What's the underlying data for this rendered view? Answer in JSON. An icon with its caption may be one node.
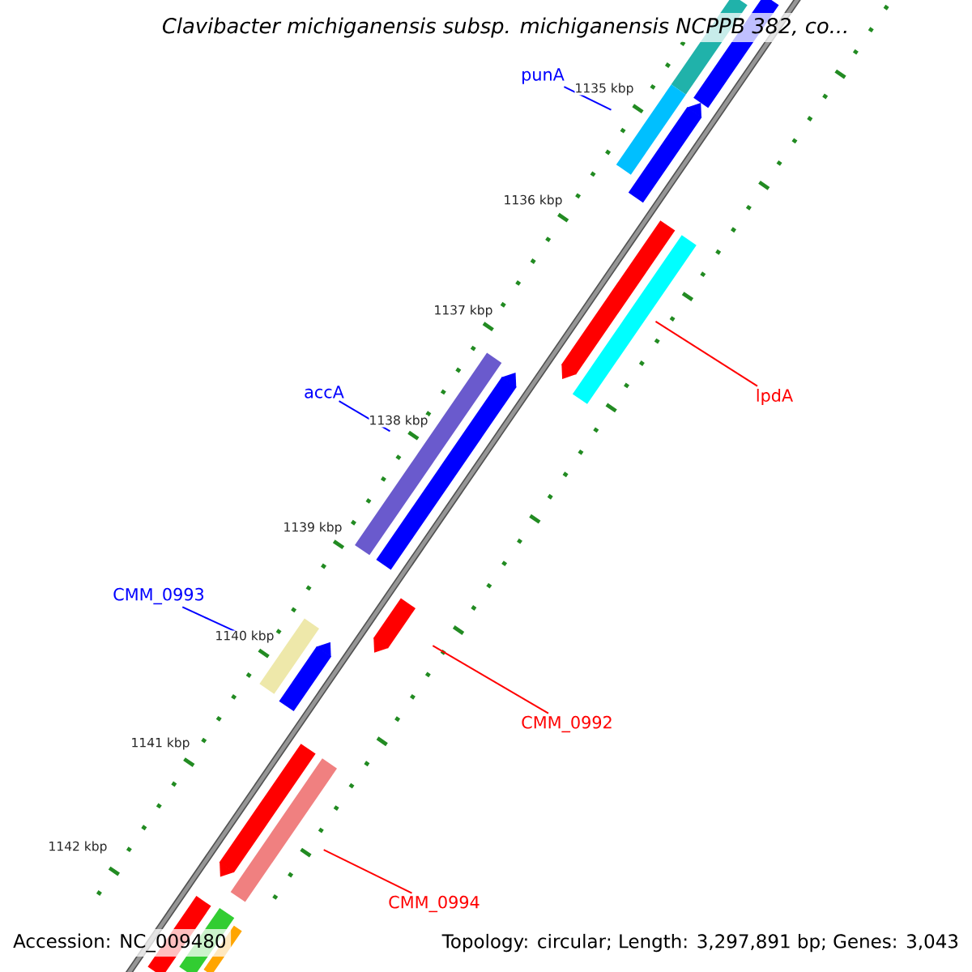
{
  "diagram": {
    "title": "Clavibacter michiganensis subsp. michiganensis NCPPB 382, co...",
    "nodes": [
      {
        "text": [
          "punA"
        ]
      },
      {
        "text": [],
        "shape": "bar"
      },
      {
        "text": [],
        "shape": "bar"
      },
      {
        "text": [],
        "shape": "bar"
      },
      {
        "text": [],
        "shape": "bar"
      },
      {
        "text": [],
        "shape": "bar"
      },
      {
        "text": [],
        "shape": "bar"
      },
      {
        "text": [
          "lpdA"
        ]
      },
      {
        "text": [
          "accA"
        ]
      },
      {
        "text": [],
        "shape": "bar"
      },
      {
        "text": [],
        "shape": "bar"
      },
      {
        "text": [
          "CMM_0993"
        ]
      },
      {
        "text": [],
        "shape": "bar"
      },
      {
        "text": [],
        "shape": "bar"
      },
      {
        "text": [],
        "shape": "bar"
      },
      {
        "text": [
          "CMM_0992"
        ]
      },
      {
        "text": [],
        "shape": "bar"
      },
      {
        "text": [],
        "shape": "bar"
      },
      {
        "text": [
          "CMM_0994"
        ]
      },
      {
        "text": [],
        "shape": "bar"
      },
      {
        "text": [],
        "shape": "bar"
      },
      {
        "text": [],
        "shape": "bar"
      }
    ],
    "edges": [
      {
        "from": 0,
        "to": 3,
        "arrow": "none",
        "color": "#0000ff"
      },
      {
        "from": 7,
        "to": 5,
        "arrow": "none",
        "color": "#ff0000"
      },
      {
        "from": 8,
        "to": 9,
        "arrow": "none",
        "color": "#0000ff"
      },
      {
        "from": 11,
        "to": 13,
        "arrow": "none",
        "color": "#0000ff"
      },
      {
        "from": 15,
        "to": 12,
        "arrow": "none",
        "color": "#ff0000"
      },
      {
        "from": 18,
        "to": 17,
        "arrow": "none",
        "color": "#ff0000"
      }
    ],
    "labels": [
      "1135 kbp",
      "1136 kbp",
      "1137 kbp",
      "1138 kbp",
      "1139 kbp",
      "1140 kbp",
      "1141 kbp",
      "1142 kbp",
      "Accession: NC_009480",
      "Topology: circular; Length: 3,297,891 bp; Genes: 3,043"
    ]
  }
}
